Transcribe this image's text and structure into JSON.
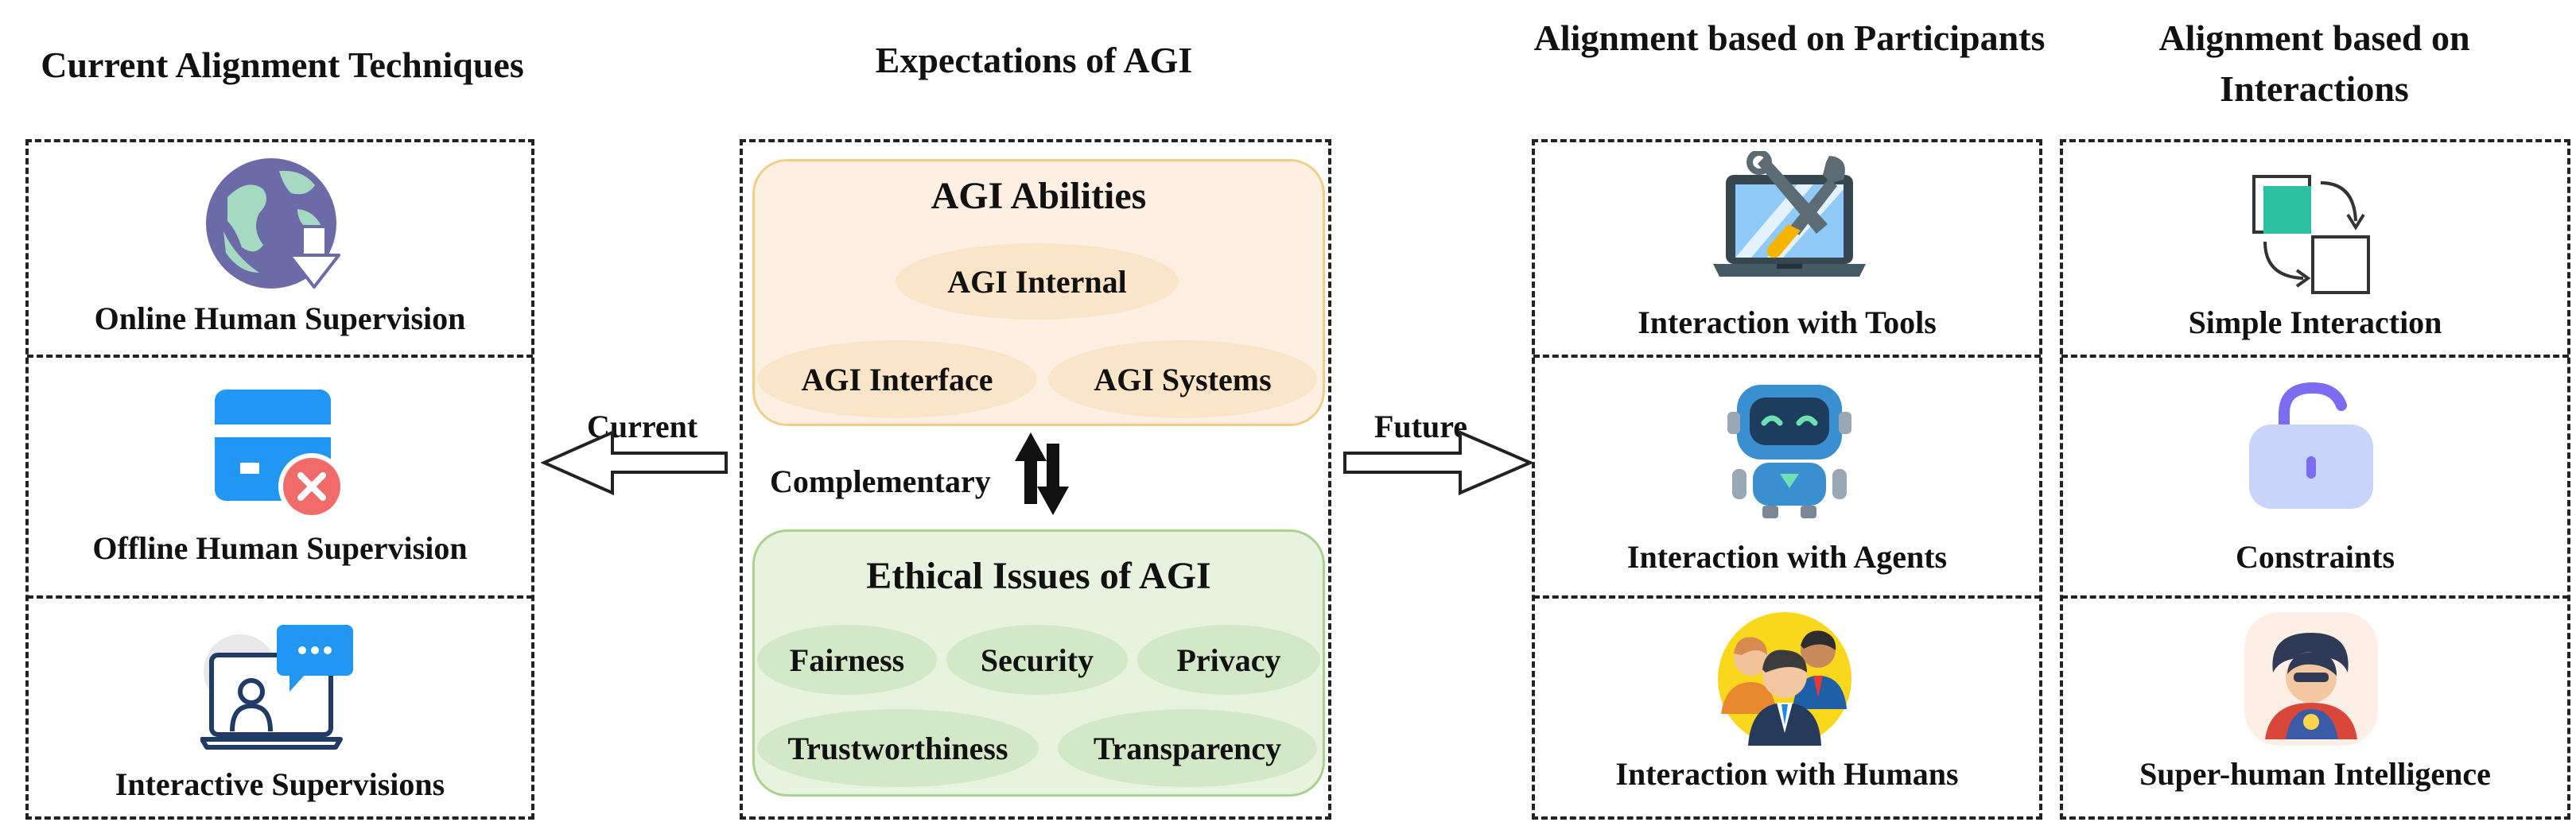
{
  "headings": {
    "current": "Current Alignment Techniques",
    "expectations": "Expectations of AGI",
    "participants": "Alignment based on Participants",
    "interactions": "Alignment based on Interactions"
  },
  "current": {
    "items": [
      {
        "label": "Online Human Supervision",
        "icon": "globe-download-icon"
      },
      {
        "label": "Offline Human Supervision",
        "icon": "offline-card-icon"
      },
      {
        "label": "Interactive Supervisions",
        "icon": "video-chat-laptop-icon"
      }
    ]
  },
  "expectations": {
    "abilities": {
      "title": "AGI Abilities",
      "items": [
        "AGI Internal",
        "AGI Interface",
        "AGI Systems"
      ]
    },
    "relation": "Complementary",
    "ethics": {
      "title": "Ethical Issues of AGI",
      "items": [
        "Fairness",
        "Security",
        "Privacy",
        "Trustworthiness",
        "Transparency"
      ]
    }
  },
  "arrows": {
    "left": "Current",
    "right": "Future"
  },
  "participants": {
    "items": [
      {
        "label": "Interaction with Tools",
        "icon": "laptop-tools-icon"
      },
      {
        "label": "Interaction with Agents",
        "icon": "robot-icon"
      },
      {
        "label": "Interaction with Humans",
        "icon": "people-group-icon"
      }
    ]
  },
  "interactions": {
    "items": [
      {
        "label": "Simple Interaction",
        "icon": "swap-squares-icon"
      },
      {
        "label": "Constraints",
        "icon": "padlock-icon"
      },
      {
        "label": "Super-human Intelligence",
        "icon": "superhero-icon"
      }
    ]
  },
  "colors": {
    "abilities_fill": "#fdf0e2",
    "abilities_border": "#f2cf87",
    "abilities_ellipse": "#fbe5c8",
    "ethics_fill": "#e7f2df",
    "ethics_border": "#a9d28f",
    "ethics_ellipse": "#d2e8c6"
  }
}
